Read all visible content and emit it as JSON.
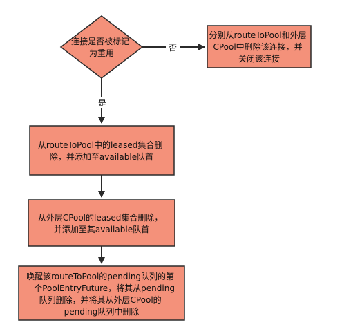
{
  "colors": {
    "node_fill": "#F4917A",
    "node_stroke": "#2b2b2b",
    "edge": "#2b2b2b",
    "label_bg": "#ffffff"
  },
  "nodes": {
    "decision": {
      "lines": [
        "连接是否被标记",
        "为重用"
      ]
    },
    "close": {
      "lines": [
        "分别从routeToPool和外层",
        "CPool中删除该连接，并",
        "关闭该连接"
      ]
    },
    "step1": {
      "lines": [
        "从routeToPool中的leased集合删",
        "除，并添加至available队首"
      ]
    },
    "step2": {
      "lines": [
        "从外层CPool的leased集合删除，",
        "并添加至其available队首"
      ]
    },
    "step3": {
      "lines": [
        "唤醒该routeToPool的pending队列的第",
        "一个PoolEntryFuture，将其从pending",
        "队列删除，并将其从外层CPool的",
        "pending队列中删除"
      ]
    }
  },
  "edges": {
    "no_label": "否",
    "yes_label": "是"
  }
}
